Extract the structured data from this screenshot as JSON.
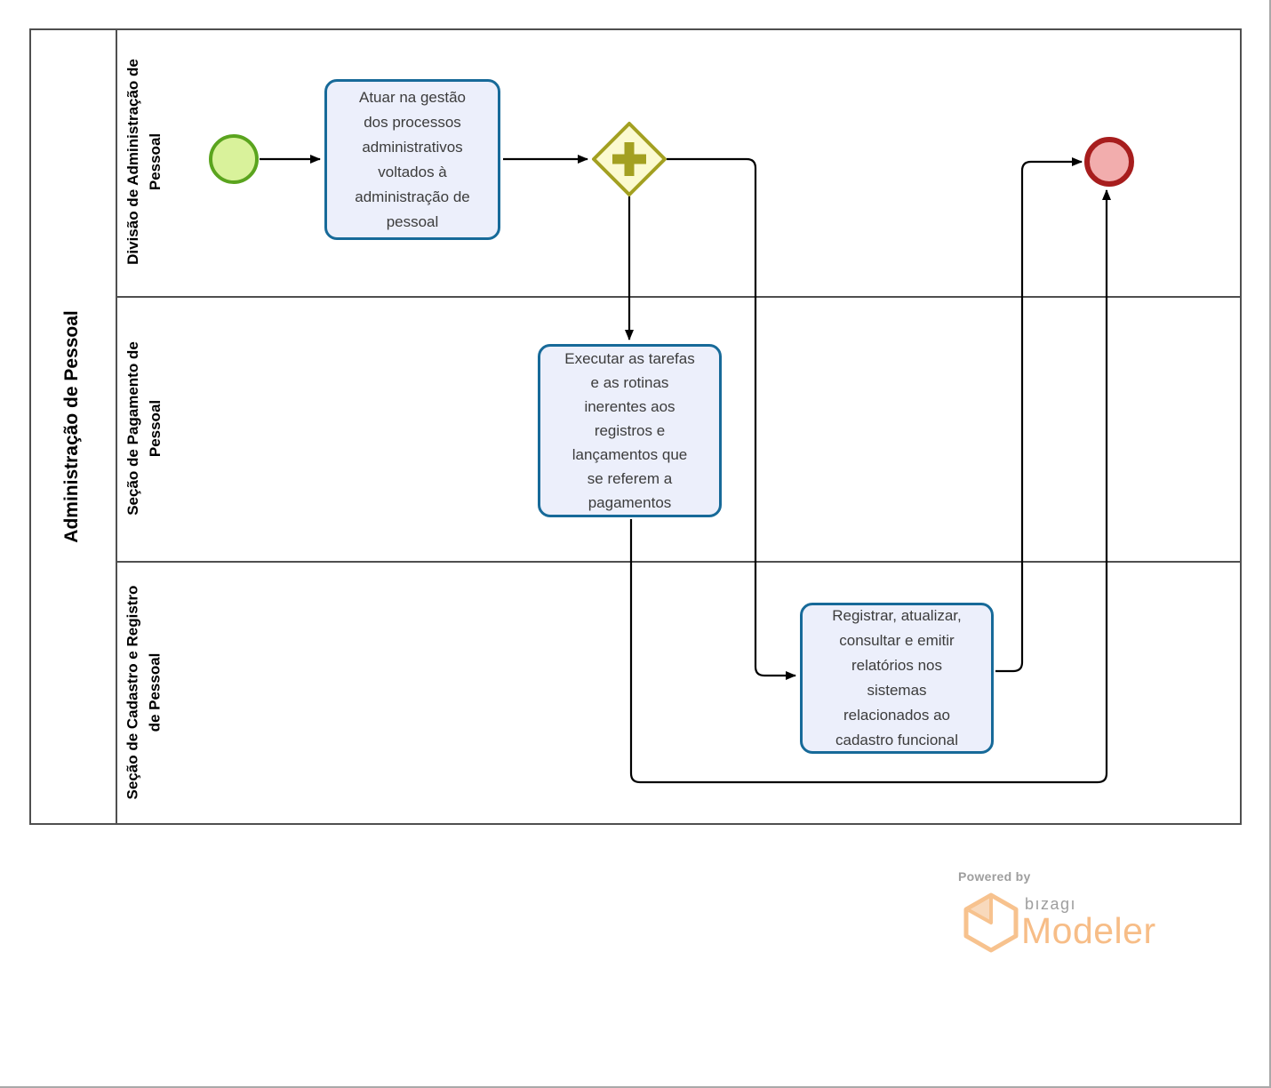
{
  "pool": {
    "title": "Administração de Pessoal",
    "lanes": [
      {
        "label": "Divisão de Administração de\nPessoal"
      },
      {
        "label": "Seção de Pagamento de\nPessoal"
      },
      {
        "label": "Seção de Cadastro e Registro\nde Pessoal"
      }
    ]
  },
  "nodes": {
    "start_event": {
      "type": "start-event",
      "fill": "#d9f29b",
      "stroke": "#5aa41e"
    },
    "task_1": {
      "label": "Atuar na gestão\ndos processos\nadministrativos\nvoltados à\nadministração de\npessoal"
    },
    "parallel_gateway": {
      "type": "parallel-gateway",
      "fill": "#fbfad0",
      "stroke": "#a3a021"
    },
    "task_2": {
      "label": "Executar as tarefas\ne as rotinas\ninerentes aos\nregistros e\nlançamentos  que\nse referem a\npagamentos"
    },
    "task_3": {
      "label": "Registrar, atualizar,\nconsultar e emitir\nrelatórios nos\nsistemas\nrelacionados ao\ncadastro funcional"
    },
    "end_event": {
      "type": "end-event",
      "fill": "#f2adad",
      "stroke": "#a71d1d"
    }
  },
  "colors": {
    "task_border": "#176a99",
    "task_fill": "#eceffb",
    "pool_border": "#4f4f4f",
    "connector": "#000000"
  },
  "footer": {
    "powered_by": "Powered by",
    "brand": "bızagı",
    "product": "Modeler",
    "brand_color": "#f7bd87"
  }
}
